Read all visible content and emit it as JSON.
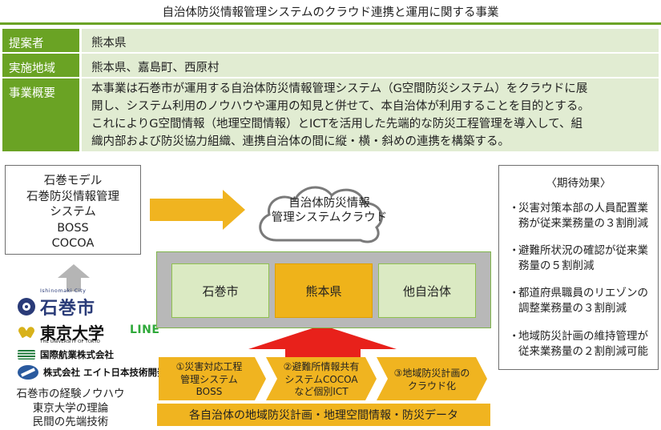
{
  "header": {
    "title": "自治体防災情報管理システムのクラウド連携と運用に関する事業"
  },
  "info": [
    {
      "label": "提案者",
      "value": "熊本県"
    },
    {
      "label": "実施地域",
      "value": "熊本県、嘉島町、西原村"
    },
    {
      "label": "事業概要",
      "lines": [
        "本事業は石巻市が運用する自治体防災情報管理システム（G空間防災システム）をクラウドに展",
        "開し、システム利用のノウハウや運用の知見と併せて、本自治体が利用することを目的とする。",
        "これによりG空間情報（地理空間情報）とICTを活用した先端的な防災工程管理を導入して、組",
        "織内部および防災協力組織、連携自治体の間に縦・横・斜めの連携を構築する。"
      ]
    }
  ],
  "model": {
    "lines": [
      "石巻モデル",
      "石巻防災情報管理",
      "システム",
      "BOSS",
      "COCOA"
    ]
  },
  "logos": {
    "ishinomaki": "石巻市",
    "ishinomaki_small": "Ishinomaki City",
    "utokyo": "東京大学",
    "utokyo_small": "THE UNIVERSITY OF TOKYO",
    "kokusai": "国際航業株式会社",
    "ait": "株式会社 エイト日本技術開発"
  },
  "left_caption": [
    "石巻市の経験ノウハウ",
    "東京大学の理論",
    "民間の先端技術"
  ],
  "line_label": "LINE",
  "cloud": {
    "lines": [
      "自治体防災情報",
      "管理システムクラウド"
    ]
  },
  "municipalities": {
    "ishinomaki": "石巻市",
    "kumamoto": "熊本県",
    "other": "他自治体"
  },
  "steps": [
    {
      "lines": [
        "①災害対応工程",
        "管理システム",
        "BOSS"
      ]
    },
    {
      "lines": [
        "②避難所情報共有",
        "システムCOCOA",
        "など個別ICT"
      ]
    },
    {
      "lines": [
        "③地域防災計画の",
        "クラウド化"
      ]
    }
  ],
  "data_bar": "各自治体の地域防災計画・地理空間情報・防災データ",
  "effects": {
    "title": "〈期待効果〉",
    "items": [
      {
        "lines": [
          "災害対策本部の人員配置業",
          "務が従来業務量の３割削減"
        ]
      },
      {
        "lines": [
          "避難所状況の確認が従来業",
          "務量の５割削減"
        ]
      },
      {
        "lines": [
          "都道府県職員のリエゾンの",
          "調整業務量の３割削減"
        ]
      },
      {
        "lines": [
          "地域防災計画の維持管理が",
          "従来業務量の２割削減可能"
        ]
      }
    ],
    "bullet": "・"
  },
  "colors": {
    "green": "#6aa324",
    "green_light": "#e1ecd2",
    "orange": "#f0b420",
    "red": "#e8211b",
    "gray": "#b8b8b8"
  }
}
